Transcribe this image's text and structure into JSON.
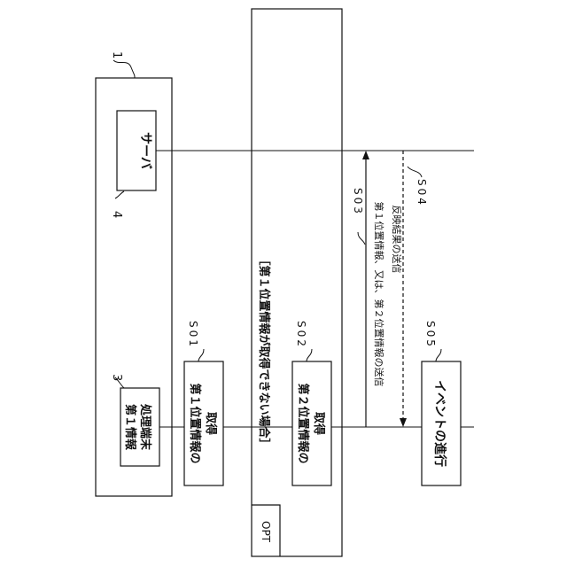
{
  "system_ref": "1",
  "server": {
    "ref": "4",
    "label": "サーバ"
  },
  "terminal": {
    "ref": "3",
    "label_line1": "第１情報",
    "label_line2": "処理端末"
  },
  "step_s01": {
    "id": "S01",
    "label_line1": "第１位置情報の",
    "label_line2": "取得"
  },
  "opt": {
    "tag": "OPT",
    "condition": "［第１位置情報が取得できない場合］",
    "step_s02": {
      "id": "S02",
      "label_line1": "第２位置情報の",
      "label_line2": "取得"
    }
  },
  "step_s03": {
    "id": "S03",
    "label": "第１位置情報、又は、第２位置情報の送信"
  },
  "step_s04": {
    "id": "S04",
    "label": "反映結果の送信"
  },
  "step_s05": {
    "id": "S05",
    "label": "イベントの進行"
  }
}
